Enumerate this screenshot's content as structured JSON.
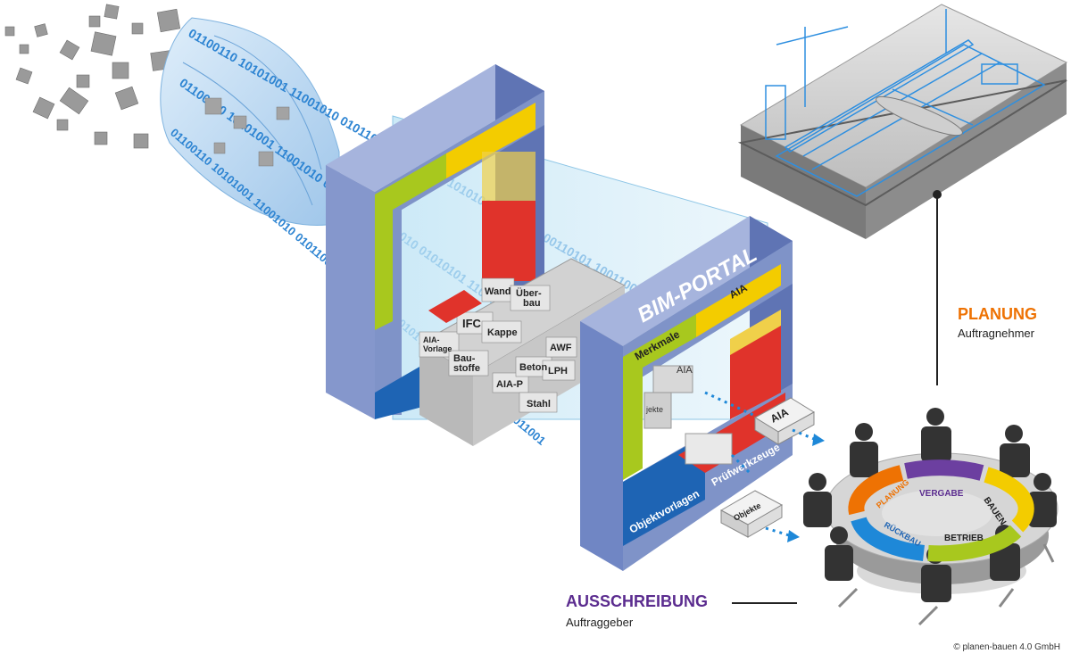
{
  "binary_stream": "01100110 10101001 11001010 01011001 10110010 01010101 11010100 00110101 10011001",
  "portal": {
    "title": "BIM-PORTAL",
    "frame_labels": {
      "merkmale": "Merkmale",
      "aia": "AIA",
      "objektvorlagen": "Objektvorlagen",
      "pruefwerkzeuge": "Prüfwerkzeuge"
    },
    "blocks": [
      "Wand",
      "Über-\nbau",
      "IFC",
      "Kappe",
      "AIA-\nVorlage",
      "Bau-\nstoffe",
      "Beton",
      "AWF",
      "AIA-P",
      "LPH",
      "Stahl",
      "AIA",
      "jekte"
    ],
    "out_boxes": {
      "aia": "AIA",
      "objekte": "Objekte"
    }
  },
  "cycle": {
    "phases": [
      "PLANUNG",
      "VERGABE",
      "BAUEN",
      "BETRIEB",
      "RÜCKBAU"
    ]
  },
  "labels": {
    "planung": {
      "title": "PLANUNG",
      "subtitle": "Auftragnehmer"
    },
    "ausschreibung": {
      "title": "AUSSCHREIBUNG",
      "subtitle": "Auftraggeber"
    }
  },
  "colors": {
    "orange": "#ee7203",
    "purple": "#5b2c8f",
    "frame_blue": "#7f93c8",
    "lime": "#a8c81e",
    "yellow": "#f3cc00",
    "red": "#e0332b",
    "deep_blue": "#1e64b4"
  },
  "copyright": "© planen-bauen 4.0 GmbH"
}
